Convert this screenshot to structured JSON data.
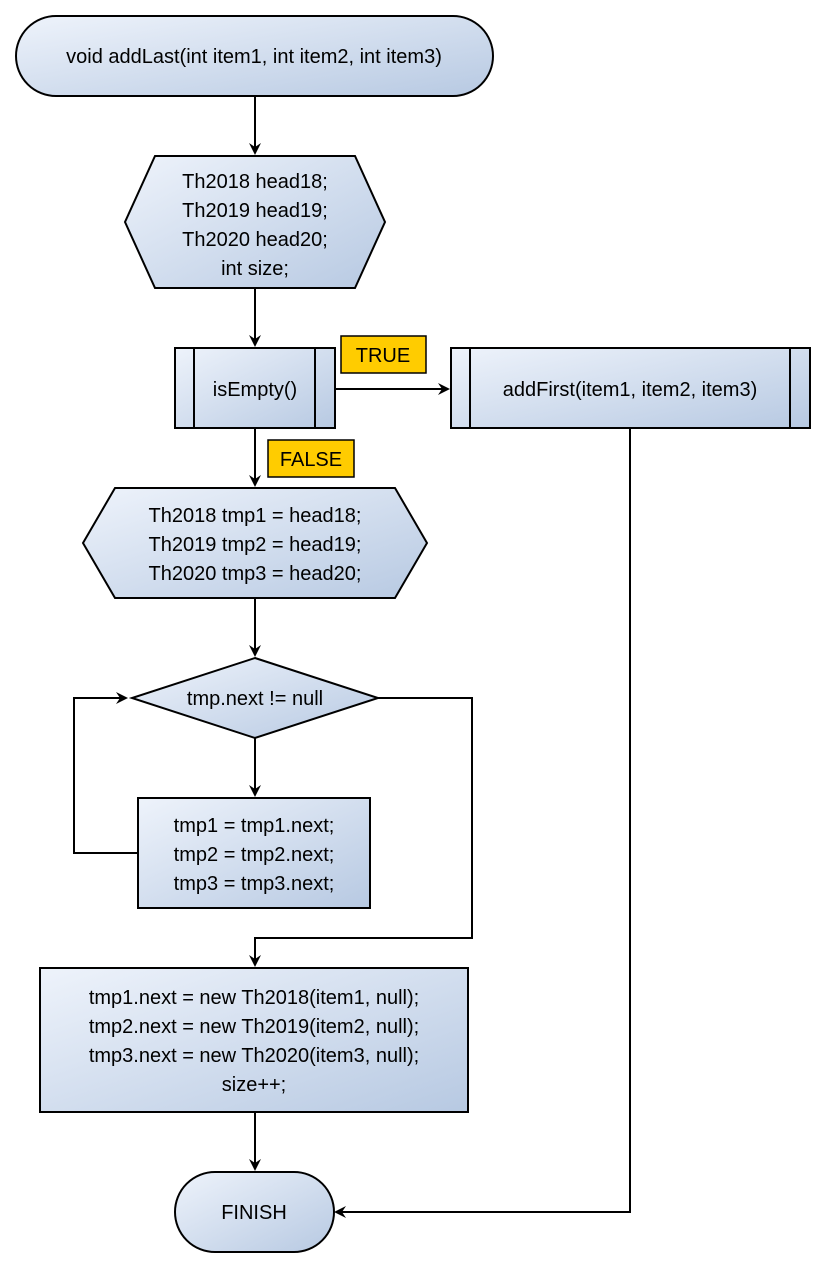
{
  "diagram": {
    "colors": {
      "fill_start": "#eef3fb",
      "fill_end": "#b7c9e2",
      "label_fill": "#ffcc00",
      "stroke": "#000000"
    },
    "start": {
      "text": "void addLast(int item1, int item2, int item3)"
    },
    "decl": {
      "lines": [
        "Th2018 head18;",
        "Th2019 head19;",
        "Th2020 head20;",
        "int size;"
      ]
    },
    "is_empty": {
      "text": "isEmpty()"
    },
    "add_first": {
      "text": "addFirst(item1, item2, item3)"
    },
    "label_true": {
      "text": "TRUE"
    },
    "label_false": {
      "text": "FALSE"
    },
    "tmp_init": {
      "lines": [
        "Th2018 tmp1 = head18;",
        "Th2019 tmp2 = head19;",
        "Th2020 tmp3 = head20;"
      ]
    },
    "loop_cond": {
      "text": "tmp.next != null"
    },
    "loop_body": {
      "lines": [
        "tmp1 = tmp1.next;",
        "tmp2 = tmp2.next;",
        "tmp3 = tmp3.next;"
      ]
    },
    "append": {
      "lines": [
        "tmp1.next = new Th2018(item1, null);",
        "tmp2.next = new Th2019(item2, null);",
        "tmp3.next = new Th2020(item3, null);",
        "size++;"
      ]
    },
    "finish": {
      "text": "FINISH"
    }
  }
}
